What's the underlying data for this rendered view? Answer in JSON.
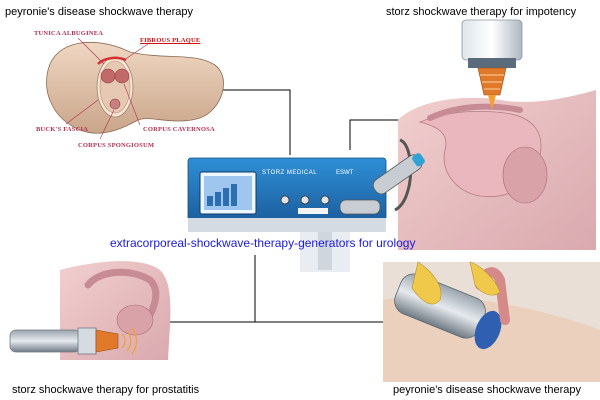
{
  "captions": {
    "top_left": "peyronie's disease shockwave therapy",
    "top_right": "storz shockwave therapy for  impotency",
    "center": "extracorporeal-shockwave-therapy-generators for urology",
    "bottom_left": "storz shockwave therapy for prostatitis",
    "bottom_right": "peyronie's disease shockwave therapy"
  },
  "anatomy_labels": {
    "tunica": "TUNICA ALBUGINEA",
    "plaque": "FIBROUS PLAQUE",
    "bucks": "BUCK'S FASCIA",
    "cavernosa": "CORPUS CAVERNOSA",
    "spongiosum": "CORPUS SPONGIOSUM"
  },
  "device": {
    "brand": "STORZ MEDICAL",
    "model": "ESWT"
  },
  "colors": {
    "center_caption": "#1a1adc",
    "anatomy_label": "#b03050",
    "plaque_label": "#cc1111"
  }
}
